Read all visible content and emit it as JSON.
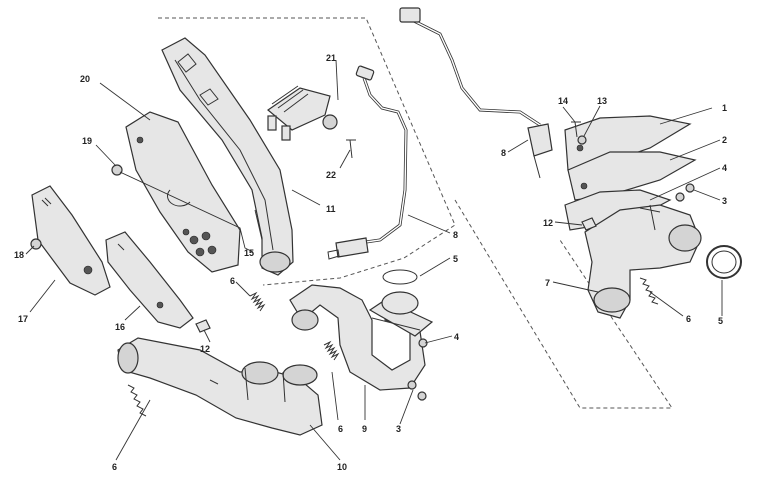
{
  "diagram": {
    "callouts": [
      "1",
      "2",
      "3",
      "3",
      "4",
      "4",
      "5",
      "5",
      "6",
      "6",
      "6",
      "6",
      "7",
      "8",
      "8",
      "9",
      "10",
      "11",
      "12",
      "12",
      "13",
      "14",
      "15",
      "16",
      "17",
      "18",
      "19",
      "20",
      "21",
      "22"
    ]
  }
}
